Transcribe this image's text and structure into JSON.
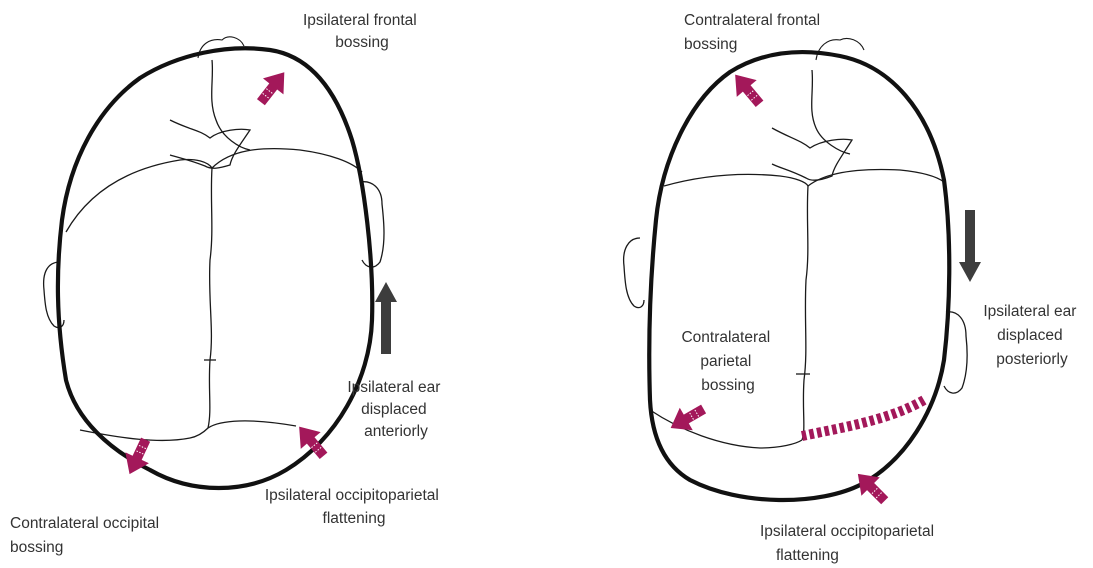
{
  "left_panel": {
    "labels": {
      "frontal": [
        "Ipsilateral frontal",
        "bossing"
      ],
      "ear": [
        "Ipsilateral ear",
        "displaced",
        "anteriorly"
      ],
      "flattening": [
        "Ipsilateral occipitoparietal",
        "flattening"
      ],
      "occipital": [
        "Contralateral occipital",
        "bossing"
      ]
    }
  },
  "right_panel": {
    "labels": {
      "frontal": [
        "Contralateral frontal",
        "bossing"
      ],
      "ear": [
        "Ipsilateral ear",
        "displaced",
        "posteriorly"
      ],
      "parietal": [
        "Contralateral",
        "parietal",
        "bossing"
      ],
      "flattening": [
        "Ipsilateral occipitoparietal",
        "flattening"
      ]
    }
  },
  "colors": {
    "bossing_arrow": "#a3185a",
    "ear_arrow": "#3d3d3d",
    "outline": "#111111",
    "text": "#333333"
  }
}
